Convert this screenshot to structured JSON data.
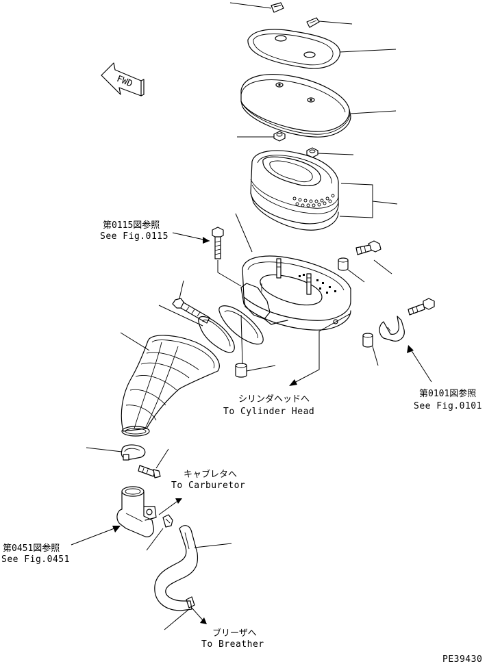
{
  "fwd_mark": "FWD",
  "refs": {
    "fig0115": {
      "jp": "第0115図参照",
      "en": "See Fig.0115"
    },
    "fig0101": {
      "jp": "第0101図参照",
      "en": "See Fig.0101"
    },
    "fig0451": {
      "jp": "第0451図参照",
      "en": "See Fig.0451"
    }
  },
  "destinations": {
    "cylinder_head": {
      "jp": "シリンダヘッドへ",
      "en": "To Cylinder Head"
    },
    "carburetor": {
      "jp": "キャブレタへ",
      "en": "To Carburetor"
    },
    "breather": {
      "jp": "ブリーザへ",
      "en": "To Breather"
    }
  },
  "drawing_number": "PE39430"
}
